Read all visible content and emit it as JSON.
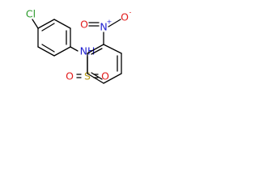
{
  "molecule": {
    "colors": {
      "bond": "#000000",
      "chlorine": "#2a9a2a",
      "oxygen": "#e21d1d",
      "nitrogen_sulfonamide": "#1f1fd0",
      "nitrogen_nitro": "#1f1fd0",
      "sulfur": "#b79a12"
    },
    "labels": {
      "chlorine": "Cl",
      "nh": "NH",
      "sulfur": "S",
      "oxygen_left": "O",
      "oxygen_right": "O",
      "nitro_nitrogen": "N",
      "nitro_plus": "+",
      "nitro_oxygen": "O",
      "nitro_minus": "-"
    }
  }
}
